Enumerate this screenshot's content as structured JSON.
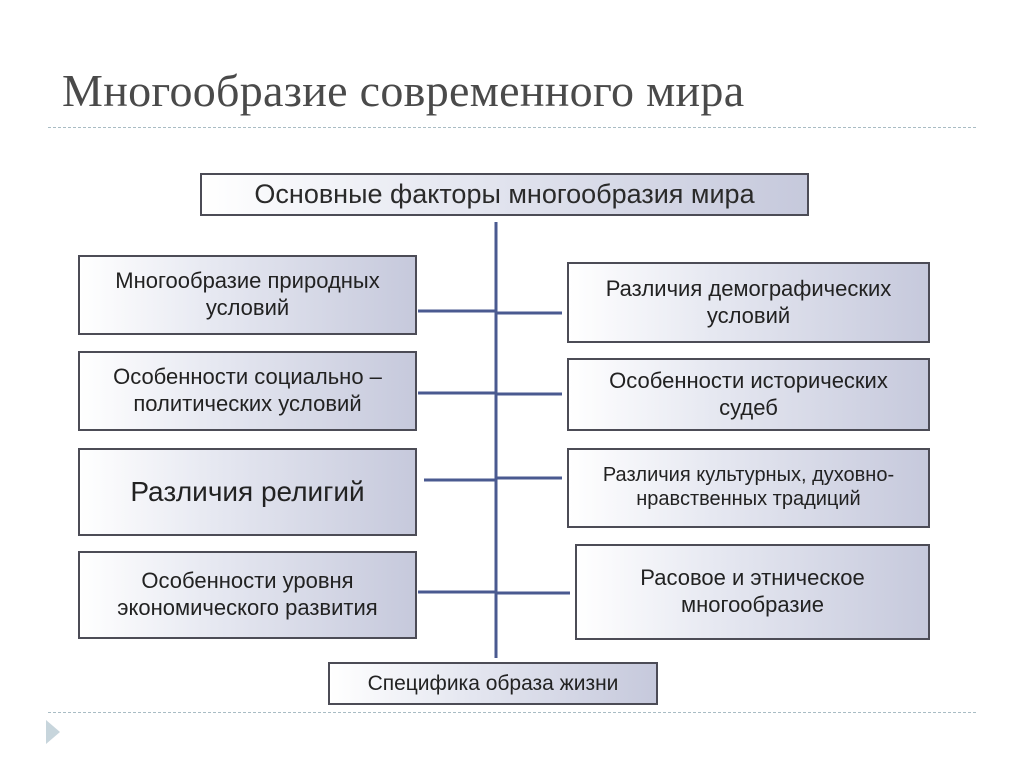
{
  "slide": {
    "title": "Многообразие современного мира"
  },
  "diagram": {
    "header": "Основные факторы многообразия мира",
    "left_factors": [
      "Многообразие природных условий",
      "Особенности социально – политических условий",
      "Различия религий",
      "Особенности уровня экономического развития"
    ],
    "right_factors": [
      "Различия демографических условий",
      "Особенности исторических судеб",
      "Различия культурных, духовно-нравственных традиций",
      "Расовое и этническое многообразие"
    ],
    "footer": "Специфика образа жизни"
  },
  "colors": {
    "box_border": "#4c4c56",
    "box_gradient_start": "#ffffff",
    "box_gradient_end": "#c6c9dc",
    "connector": "#4a5a90",
    "title_text": "#4a4a4a",
    "dashed_rule": "#a9bcc4",
    "corner_arrow": "#c7d5dc"
  },
  "icons": {
    "corner": "play-arrow-icon"
  }
}
